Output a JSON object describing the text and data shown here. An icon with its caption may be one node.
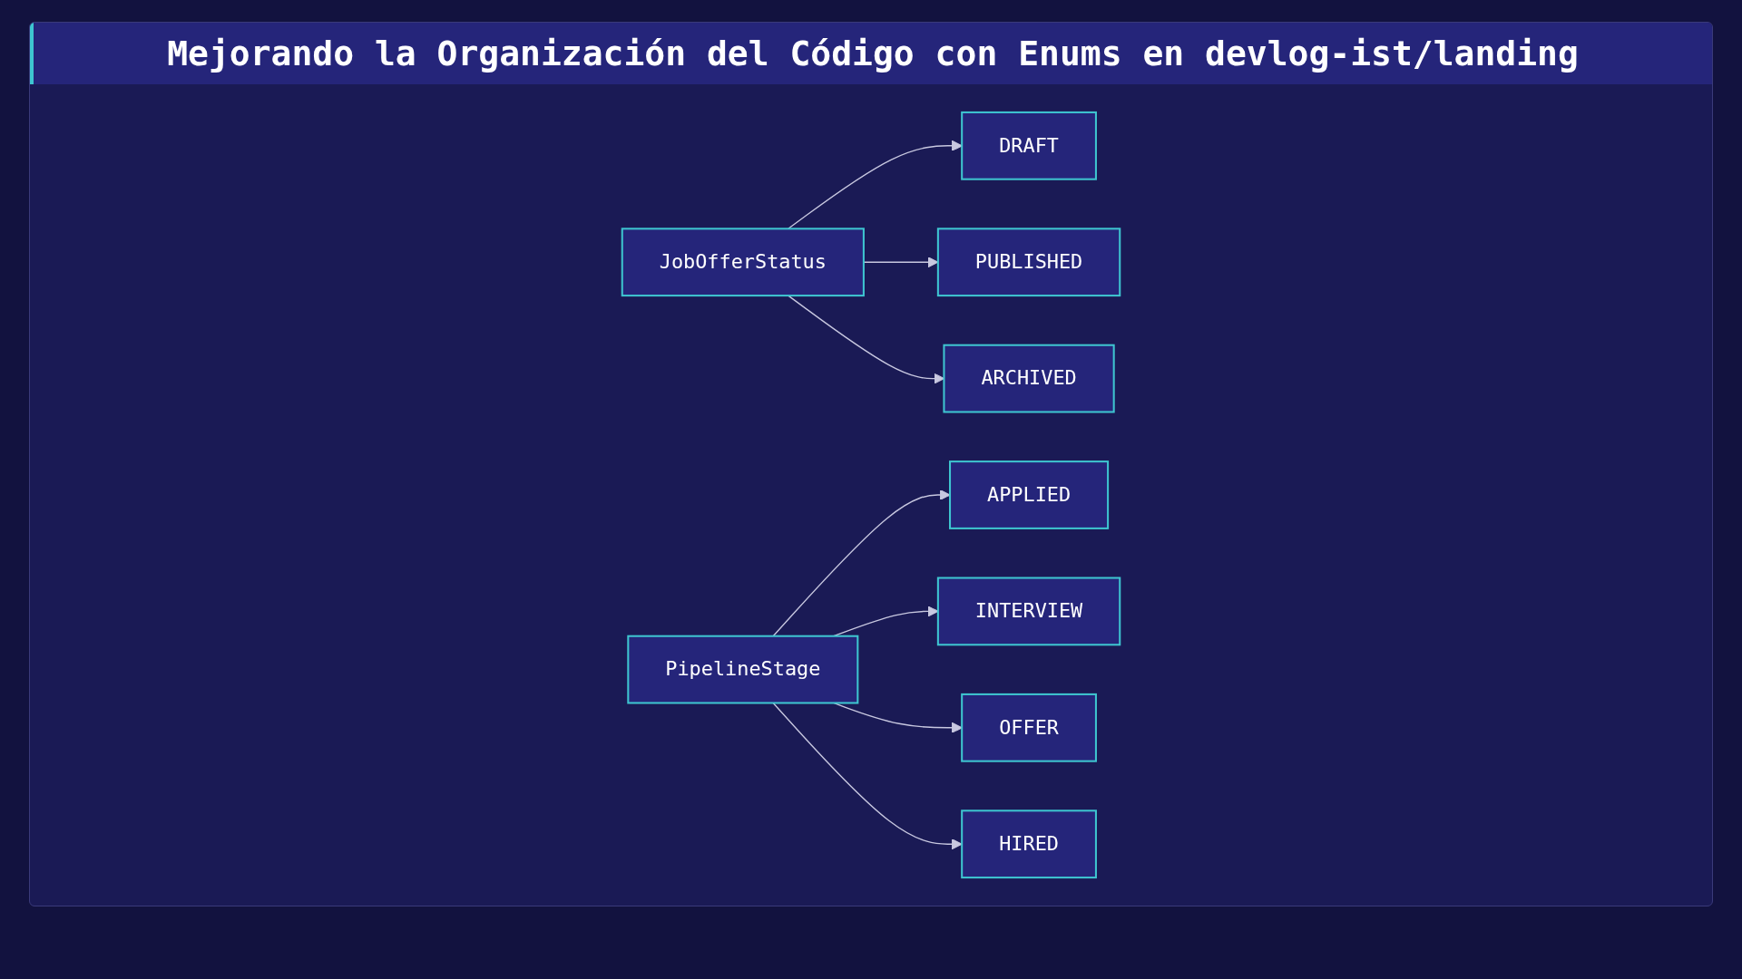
{
  "diagram": {
    "title": "Mejorando la Organización del Código con Enums en devlog-ist/landing",
    "nodes": [
      {
        "text": [
          "JobOfferStatus"
        ]
      },
      {
        "text": [
          "DRAFT"
        ]
      },
      {
        "text": [
          "PUBLISHED"
        ]
      },
      {
        "text": [
          "ARCHIVED"
        ]
      },
      {
        "text": [
          "PipelineStage"
        ]
      },
      {
        "text": [
          "APPLIED"
        ]
      },
      {
        "text": [
          "INTERVIEW"
        ]
      },
      {
        "text": [
          "OFFER"
        ]
      },
      {
        "text": [
          "HIRED"
        ]
      }
    ],
    "edges": [
      {
        "from": 0,
        "to": 1,
        "arrow": "to"
      },
      {
        "from": 0,
        "to": 2,
        "arrow": "to"
      },
      {
        "from": 0,
        "to": 3,
        "arrow": "to"
      },
      {
        "from": 4,
        "to": 5,
        "arrow": "to"
      },
      {
        "from": 4,
        "to": 6,
        "arrow": "to"
      },
      {
        "from": 4,
        "to": 7,
        "arrow": "to"
      },
      {
        "from": 4,
        "to": 8,
        "arrow": "to"
      }
    ]
  }
}
